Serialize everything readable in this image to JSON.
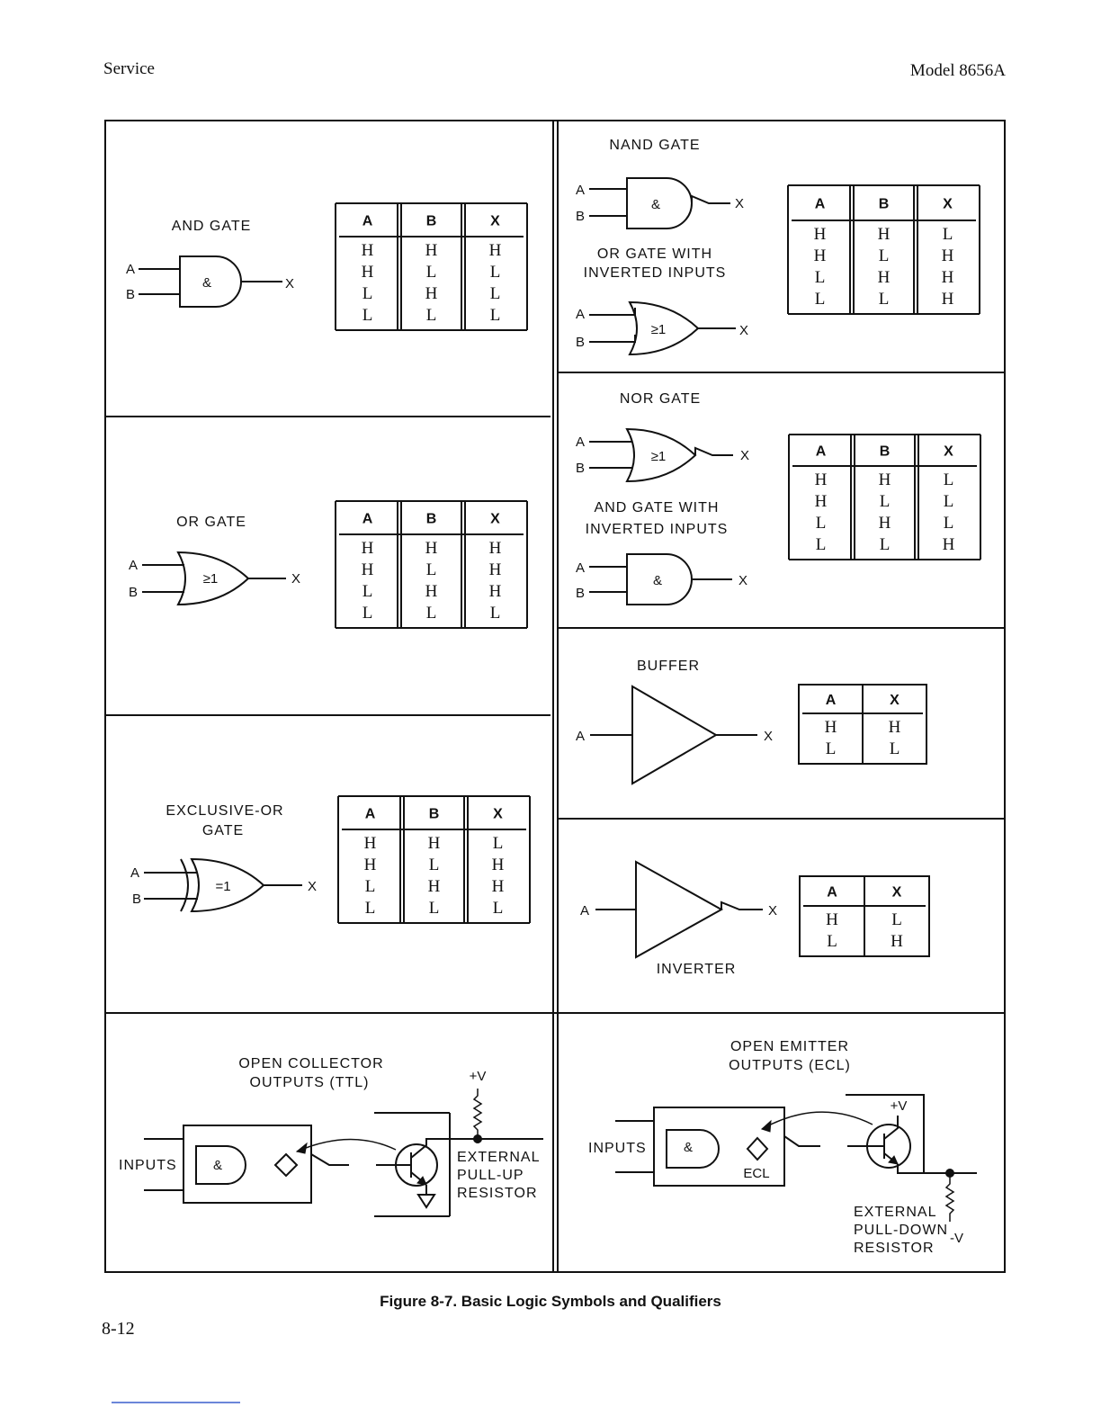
{
  "header": {
    "left": "Service",
    "right": "Model 8656A"
  },
  "page_number": "8-12",
  "caption": "Figure 8-7. Basic Logic Symbols and Qualifiers",
  "pins": {
    "a": "A",
    "b": "B",
    "x": "X"
  },
  "symbols": {
    "and": "&",
    "or": "≥1",
    "xor": "=1"
  },
  "and_gate": {
    "label": "AND GATE",
    "table": {
      "headers": [
        "A",
        "B",
        "X"
      ],
      "rows": [
        [
          "H",
          "H",
          "H"
        ],
        [
          "H",
          "L",
          "L"
        ],
        [
          "L",
          "H",
          "L"
        ],
        [
          "L",
          "L",
          "L"
        ]
      ]
    }
  },
  "or_gate": {
    "label": "OR GATE",
    "table": {
      "headers": [
        "A",
        "B",
        "X"
      ],
      "rows": [
        [
          "H",
          "H",
          "H"
        ],
        [
          "H",
          "L",
          "H"
        ],
        [
          "L",
          "H",
          "H"
        ],
        [
          "L",
          "L",
          "L"
        ]
      ]
    }
  },
  "xor_gate": {
    "label_line1": "EXCLUSIVE-OR",
    "label_line2": "GATE",
    "table": {
      "headers": [
        "A",
        "B",
        "X"
      ],
      "rows": [
        [
          "H",
          "H",
          "L"
        ],
        [
          "H",
          "L",
          "H"
        ],
        [
          "L",
          "H",
          "H"
        ],
        [
          "L",
          "L",
          "L"
        ]
      ]
    }
  },
  "nand_gate": {
    "label": "NAND GATE",
    "alt_label_line1": "OR GATE WITH",
    "alt_label_line2": "INVERTED INPUTS",
    "table": {
      "headers": [
        "A",
        "B",
        "X"
      ],
      "rows": [
        [
          "H",
          "H",
          "L"
        ],
        [
          "H",
          "L",
          "H"
        ],
        [
          "L",
          "H",
          "H"
        ],
        [
          "L",
          "L",
          "H"
        ]
      ]
    }
  },
  "nor_gate": {
    "label": "NOR GATE",
    "alt_label_line1": "AND GATE WITH",
    "alt_label_line2": "INVERTED INPUTS",
    "table": {
      "headers": [
        "A",
        "B",
        "X"
      ],
      "rows": [
        [
          "H",
          "H",
          "L"
        ],
        [
          "H",
          "L",
          "L"
        ],
        [
          "L",
          "H",
          "L"
        ],
        [
          "L",
          "L",
          "H"
        ]
      ]
    }
  },
  "buffer": {
    "label": "BUFFER",
    "table": {
      "headers": [
        "A",
        "X"
      ],
      "rows": [
        [
          "H",
          "H"
        ],
        [
          "L",
          "L"
        ]
      ]
    }
  },
  "inverter": {
    "label": "INVERTER",
    "table": {
      "headers": [
        "A",
        "X"
      ],
      "rows": [
        [
          "H",
          "L"
        ],
        [
          "L",
          "H"
        ]
      ]
    }
  },
  "open_collector": {
    "label_line1": "OPEN COLLECTOR",
    "label_line2": "OUTPUTS (TTL)",
    "inputs": "INPUTS",
    "supply": "+V",
    "resistor_line1": "EXTERNAL",
    "resistor_line2": "PULL-UP",
    "resistor_line3": "RESISTOR"
  },
  "open_emitter": {
    "label_line1": "OPEN EMITTER",
    "label_line2": "OUTPUTS (ECL)",
    "inputs": "INPUTS",
    "ecl": "ECL",
    "supply": "+V",
    "neg_supply": "-V",
    "resistor_line1": "EXTERNAL",
    "resistor_line2": "PULL-DOWN",
    "resistor_line3": "RESISTOR"
  }
}
